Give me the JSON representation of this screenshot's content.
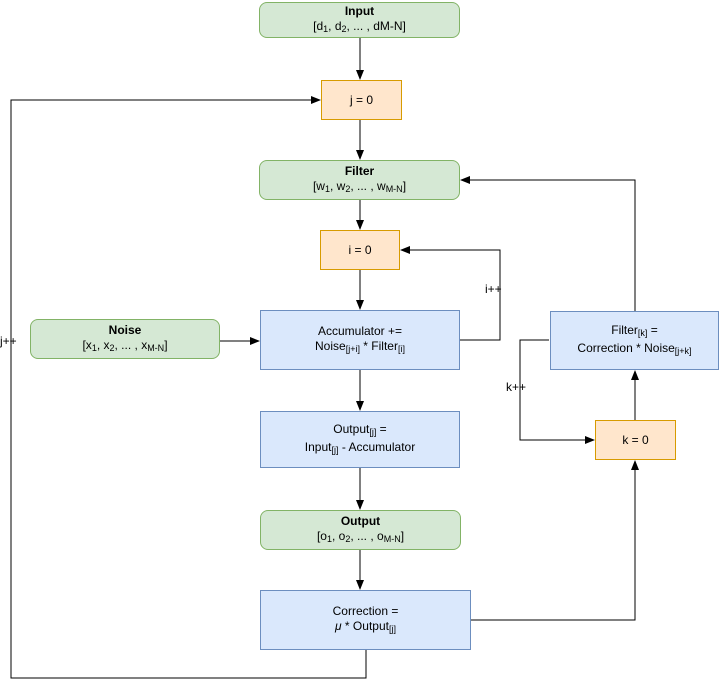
{
  "diagram": {
    "background": "#ffffff",
    "palette": {
      "terminal_fill": "#d5e8d4",
      "terminal_border": "#82b366",
      "counter_fill": "#ffe6cc",
      "counter_border": "#d79b00",
      "process_fill": "#dae8fc",
      "process_border": "#6c8ebf",
      "connector": "#000000"
    },
    "nodes": {
      "input": {
        "title": "Input",
        "formula": [
          {
            "t": "[d"
          },
          {
            "t": "1",
            "sub": true
          },
          {
            "t": ", d"
          },
          {
            "t": "2",
            "sub": true
          },
          {
            "t": ", ... , dM-N]"
          }
        ]
      },
      "j0": {
        "label": "j = 0"
      },
      "filter": {
        "title": "Filter",
        "formula": [
          {
            "t": "[w"
          },
          {
            "t": "1",
            "sub": true
          },
          {
            "t": ", w"
          },
          {
            "t": "2",
            "sub": true
          },
          {
            "t": ", ... , w"
          },
          {
            "t": "M-N",
            "sub": true
          },
          {
            "t": "]"
          }
        ]
      },
      "i0": {
        "label": "i = 0"
      },
      "noise": {
        "title": "Noise",
        "formula": [
          {
            "t": "[x"
          },
          {
            "t": "1",
            "sub": true
          },
          {
            "t": ", x"
          },
          {
            "t": "2",
            "sub": true
          },
          {
            "t": ", ... , x"
          },
          {
            "t": "M-N",
            "sub": true
          },
          {
            "t": "]"
          }
        ]
      },
      "accumulator": {
        "line1": [
          {
            "t": "Accumulator +="
          }
        ],
        "line2": [
          {
            "t": "Noise"
          },
          {
            "t": "[j+i]",
            "sub": true
          },
          {
            "t": " * Filter"
          },
          {
            "t": "[i]",
            "sub": true
          }
        ]
      },
      "output_j": {
        "line1": [
          {
            "t": "Output"
          },
          {
            "t": "[j]",
            "sub": true
          },
          {
            "t": " ="
          }
        ],
        "line2": [
          {
            "t": "Input"
          },
          {
            "t": "[j]",
            "sub": true
          },
          {
            "t": " - Accumulator"
          }
        ]
      },
      "output": {
        "title": "Output",
        "formula": [
          {
            "t": "[o"
          },
          {
            "t": "1",
            "sub": true
          },
          {
            "t": ", o"
          },
          {
            "t": "2",
            "sub": true
          },
          {
            "t": ", ... , o"
          },
          {
            "t": "M-N",
            "sub": true
          },
          {
            "t": "]"
          }
        ]
      },
      "correction": {
        "line1": [
          {
            "t": "Correction ="
          }
        ],
        "line2": [
          {
            "t": "μ",
            "italic": true
          },
          {
            "t": " * Output"
          },
          {
            "t": "[j]",
            "sub": true
          }
        ]
      },
      "filter_k": {
        "line1": [
          {
            "t": "Filter"
          },
          {
            "t": "[k]",
            "sub": true
          },
          {
            "t": " ="
          }
        ],
        "line2": [
          {
            "t": "Correction * Noise"
          },
          {
            "t": "[j+k]",
            "sub": true
          }
        ]
      },
      "k0": {
        "label": "k = 0"
      }
    },
    "loop_labels": {
      "j": "j++",
      "i": "i++",
      "k": "k++"
    },
    "edges": [
      {
        "from": "input",
        "to": "j0"
      },
      {
        "from": "j0",
        "to": "filter"
      },
      {
        "from": "filter",
        "to": "i0"
      },
      {
        "from": "i0",
        "to": "accumulator"
      },
      {
        "from": "noise",
        "to": "accumulator"
      },
      {
        "from": "accumulator",
        "to": "output_j"
      },
      {
        "from": "output_j",
        "to": "output"
      },
      {
        "from": "output",
        "to": "correction"
      },
      {
        "from": "correction",
        "to": "k0"
      },
      {
        "from": "k0",
        "to": "filter_k"
      },
      {
        "from": "filter_k",
        "to": "filter"
      },
      {
        "from": "filter_k",
        "to": "k0",
        "label": "k++"
      },
      {
        "from": "accumulator",
        "to": "i0",
        "label": "i++"
      },
      {
        "from": "correction",
        "to": "j0",
        "label": "j++"
      }
    ]
  }
}
